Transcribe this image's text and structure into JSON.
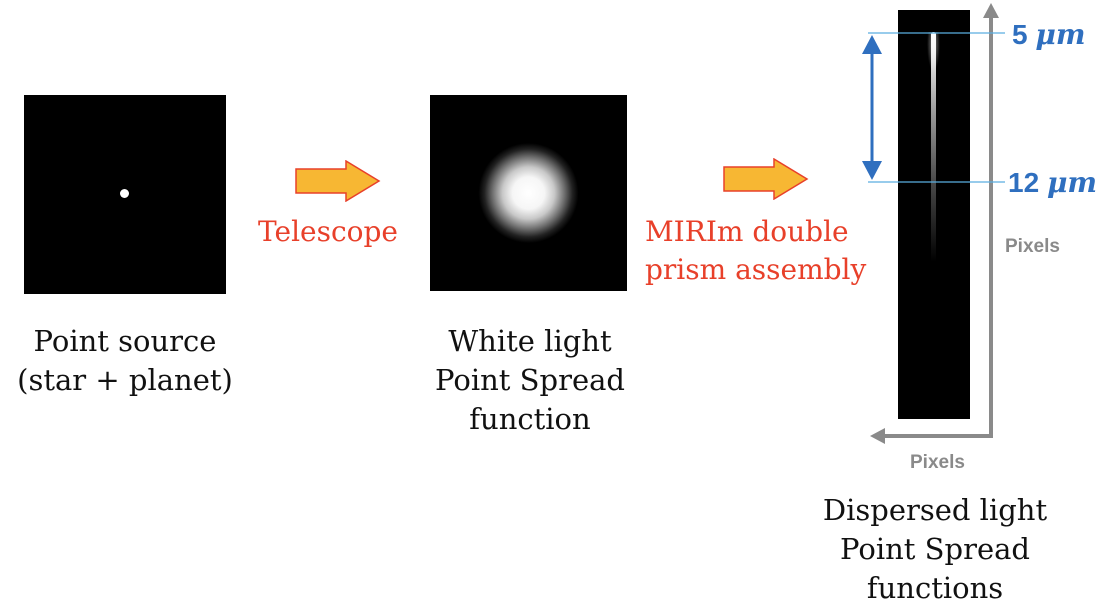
{
  "panels": {
    "source": {
      "caption_lines": [
        "Point source",
        "(star + planet)"
      ]
    },
    "white_psf": {
      "caption_lines": [
        "White light",
        "Point Spread",
        "function"
      ]
    },
    "dispersed": {
      "caption_lines": [
        "Dispersed light",
        "Point Spread",
        "functions"
      ],
      "wavelength_top": {
        "value": "5",
        "unit": "μm"
      },
      "wavelength_bottom": {
        "value": "12",
        "unit": "μm"
      },
      "axis_vertical_label": "Pixels",
      "axis_horizontal_label": "Pixels"
    }
  },
  "steps": {
    "telescope": {
      "label_lines": [
        "Telescope"
      ]
    },
    "prism": {
      "label_lines": [
        "MIRIm double",
        "prism assembly"
      ]
    }
  },
  "colors": {
    "arrow_fill": "#f7b733",
    "arrow_stroke": "#e8402a",
    "label_red": "#e8402a",
    "wavelength_blue": "#2f6fbf",
    "guide_line": "#5aaee0",
    "axis_gray": "#8a8a8a"
  }
}
